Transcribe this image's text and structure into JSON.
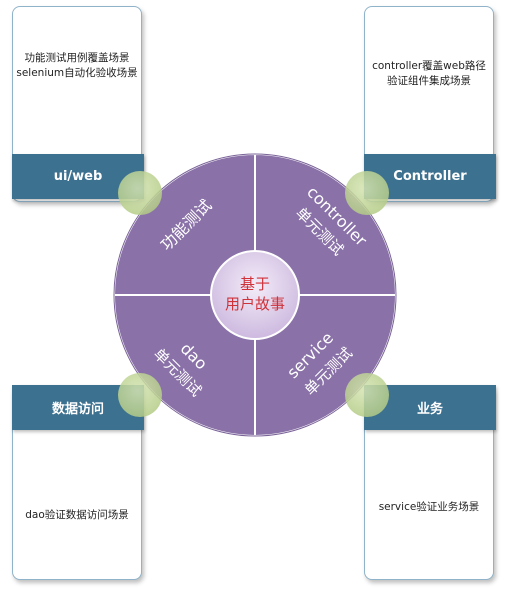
{
  "center": {
    "line1": "基于",
    "line2": "用户故事"
  },
  "quadrants": {
    "top_left": {
      "line1": "功能测试"
    },
    "top_right": {
      "line1": "controller",
      "line2": "单元测试"
    },
    "bottom_left": {
      "line1": "dao",
      "line2": "单元测试"
    },
    "bottom_right": {
      "line1": "service",
      "line2": "单元测试"
    }
  },
  "cards": {
    "top_left": {
      "label": "ui/web",
      "lines": [
        "功能测试用例覆盖场景",
        "selenium自动化验收场景"
      ]
    },
    "top_right": {
      "label": "Controller",
      "lines": [
        "controller覆盖web路径",
        "验证组件集成场景"
      ]
    },
    "bottom_left": {
      "label": "数据访问",
      "lines": [
        "dao验证数据访问场景"
      ]
    },
    "bottom_right": {
      "label": "业务",
      "lines": [
        "service验证业务场景"
      ]
    }
  },
  "colors": {
    "quadrant_fill": "#8a72a8",
    "center_fill": "#ddd0ea",
    "center_text": "#d0323a",
    "label_bar": "#3d7190",
    "connector": "#c3d69b"
  }
}
